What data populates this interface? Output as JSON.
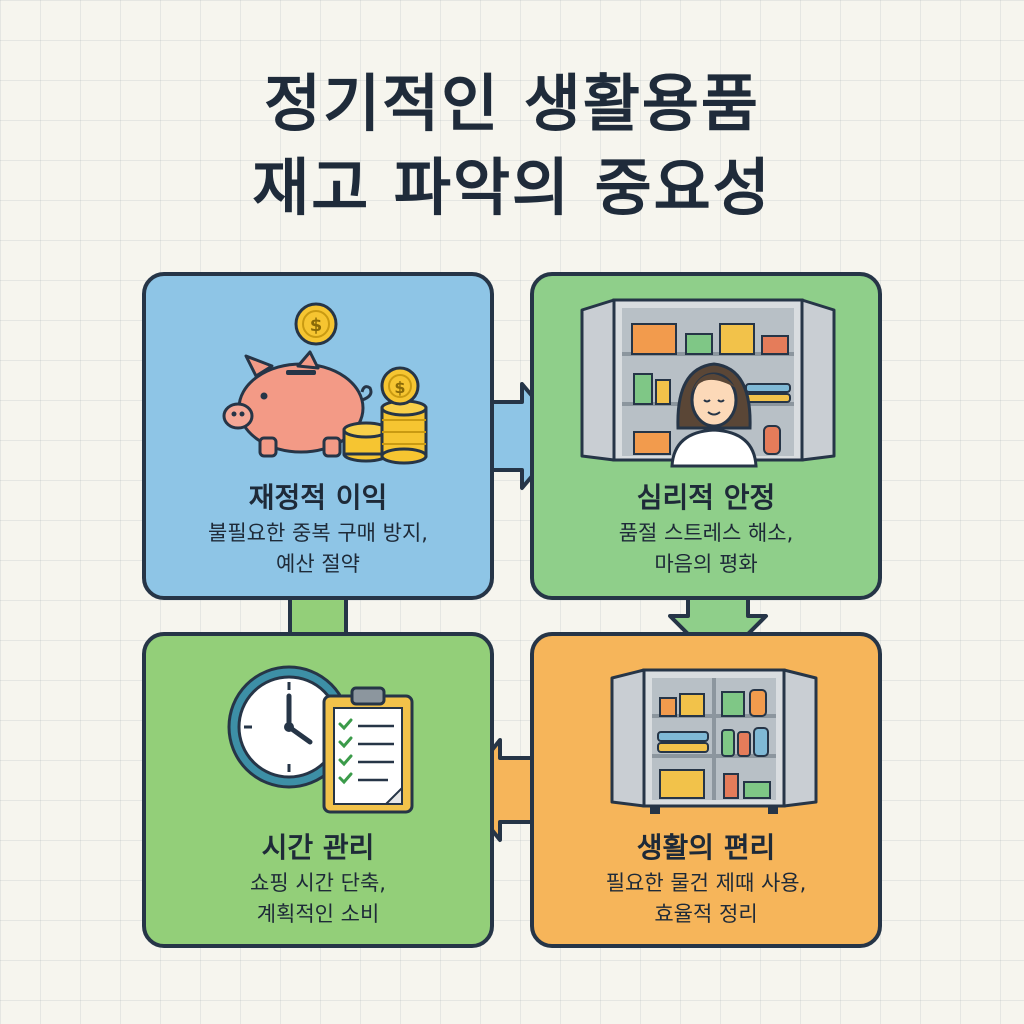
{
  "title": {
    "line1": "정기적인 생활용품",
    "line2": "재고 파악의 중요성"
  },
  "cards": {
    "financial": {
      "title": "재정적 이익",
      "desc_line1": "불필요한 중복 구매 방지,",
      "desc_line2": "예산 절약",
      "icons": [
        "piggy-bank-icon",
        "coin-stack-icon"
      ],
      "color": "#8ec5e6"
    },
    "psychological": {
      "title": "심리적 안정",
      "desc_line1": "품절 스트레스 해소,",
      "desc_line2": "마음의 평화",
      "icons": [
        "pantry-cabinet-icon",
        "person-icon"
      ],
      "color": "#8fcf8a"
    },
    "time": {
      "title": "시간 관리",
      "desc_line1": "쇼핑 시간 단축,",
      "desc_line2": "계획적인 소비",
      "icons": [
        "clock-icon",
        "checklist-clipboard-icon"
      ],
      "color": "#93cf79"
    },
    "convenience": {
      "title": "생활의 편리",
      "desc_line1": "필요한 물건 제때 사용,",
      "desc_line2": "효율적 정리",
      "icons": [
        "organized-cabinet-icon"
      ],
      "color": "#f6b55a"
    }
  },
  "colors": {
    "outline": "#263547",
    "arrow_blue": "#8ec5e6",
    "arrow_green": "#93cf79",
    "arrow_orange": "#f6b55a"
  }
}
